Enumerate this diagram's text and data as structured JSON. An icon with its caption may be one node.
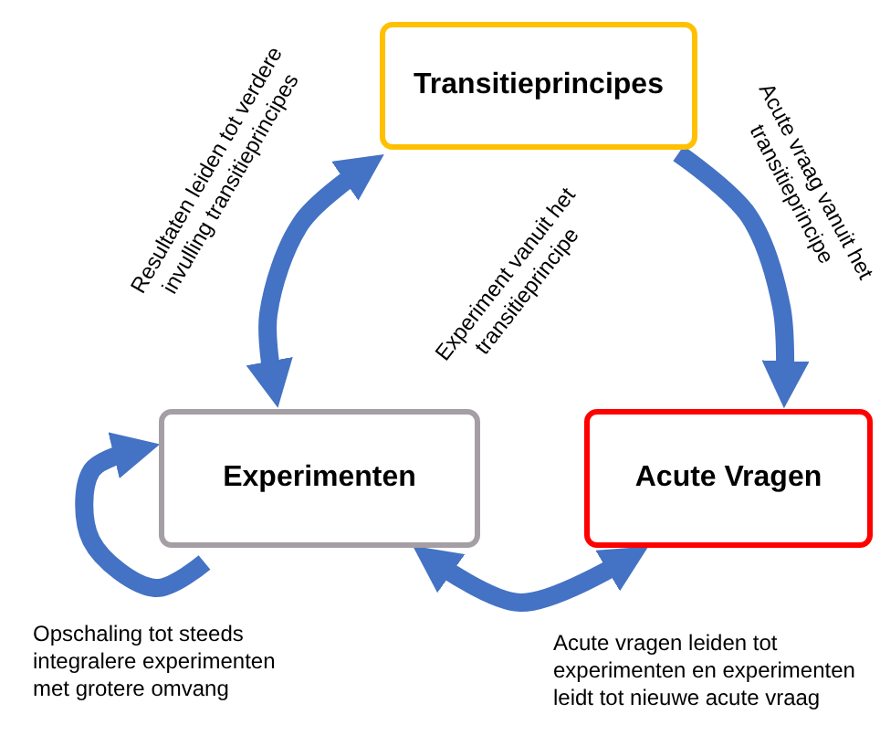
{
  "diagram": {
    "nodes": [
      {
        "text": [
          "Transitieprincipes"
        ]
      },
      {
        "text": [
          "Experimenten"
        ]
      },
      {
        "text": [
          "Acute Vragen"
        ]
      }
    ],
    "edges": [
      {
        "from": 1,
        "to": 0,
        "arrow": "both"
      },
      {
        "from": 0,
        "to": 2,
        "arrow": "to"
      },
      {
        "from": 1,
        "to": 2,
        "arrow": "both"
      },
      {
        "from": null,
        "to": 1,
        "arrow": "to"
      }
    ],
    "labels": [
      "Resultaten leiden tot verdere invulling transitieprincipes",
      "Acute vraag vanuit het transitieprincipe",
      "Experiment vanuit het transitieprincipe",
      "Opschaling tot steeds integralere experimenten met grotere omvang",
      "Acute vragen leiden tot experimenten en experimenten leidt tot nieuwe acute vraag"
    ]
  }
}
